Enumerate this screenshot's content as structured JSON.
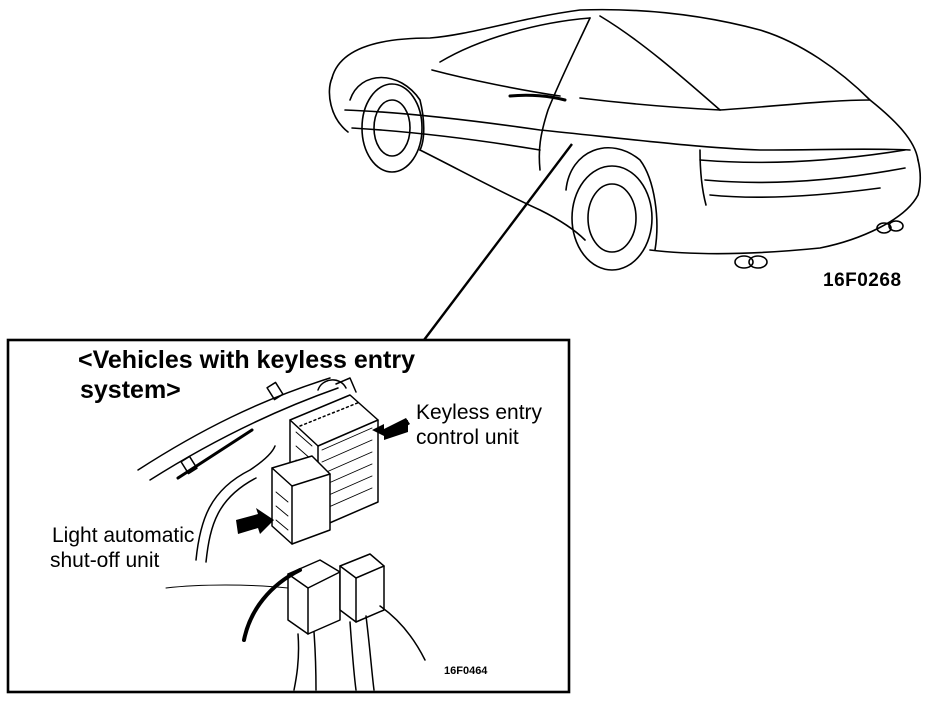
{
  "figure_code_car": "16F0268",
  "inset": {
    "title_line1": "<Vehicles with keyless entry",
    "title_line2": "system>",
    "keyless_label_line1": "Keyless entry",
    "keyless_label_line2": "control unit",
    "light_label_line1": "Light automatic",
    "light_label_line2": "shut-off unit",
    "figure_code": "16F0464"
  }
}
